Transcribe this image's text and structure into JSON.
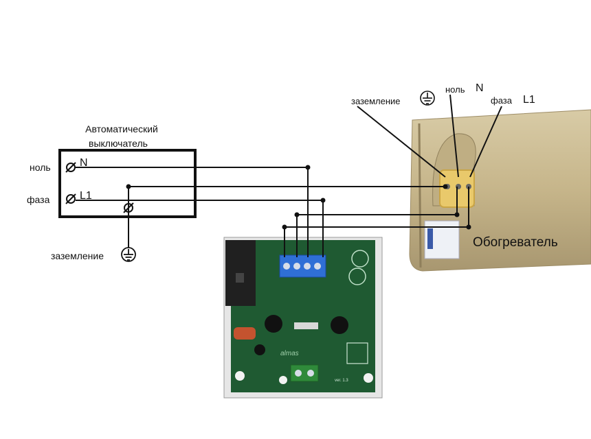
{
  "breaker": {
    "title_line1": "Автоматический",
    "title_line2": "выключатель",
    "neutral_label": "ноль",
    "neutral_mark": "N",
    "phase_label": "фаза",
    "phase_mark": "L1",
    "ground_label": "заземление"
  },
  "heater": {
    "name": "Обогреватель",
    "ground_label": "заземление",
    "neutral_label": "ноль",
    "neutral_mark": "N",
    "phase_label": "фаза",
    "phase_mark": "L1"
  },
  "board": {
    "brand": "almas",
    "version": "ver. 1.3"
  },
  "colors": {
    "wire": "#111111",
    "board_green": "#1f5a32",
    "terminal_blue": "#2f6fd6",
    "heater_body": "#cbbb92",
    "heater_shadow": "#a89770"
  }
}
